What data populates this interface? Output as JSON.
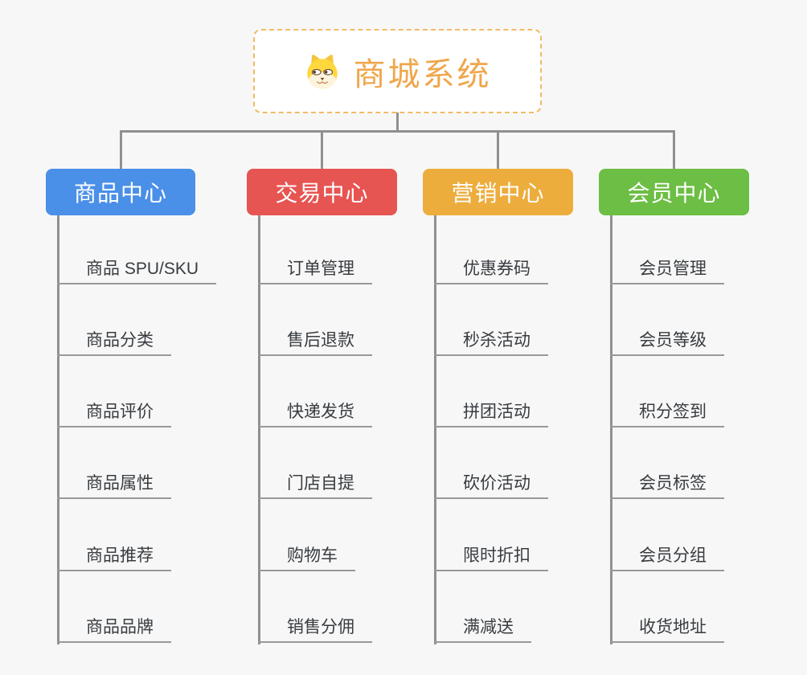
{
  "root": {
    "title": "商城系统",
    "icon": "dog-icon"
  },
  "colors": {
    "background": "#f7f7f7",
    "root_accent": "#efa64b",
    "root_border": "#f3bb64",
    "connector": "#909090",
    "leaf_text": "#383c40",
    "leaf_line": "#999999"
  },
  "branches": [
    {
      "id": "product-center",
      "label": "商品中心",
      "color": "#4a8fe8",
      "items": [
        "商品 SPU/SKU",
        "商品分类",
        "商品评价",
        "商品属性",
        "商品推荐",
        "商品品牌"
      ]
    },
    {
      "id": "trade-center",
      "label": "交易中心",
      "color": "#e65552",
      "items": [
        "订单管理",
        "售后退款",
        "快递发货",
        "门店自提",
        "购物车",
        "销售分佣"
      ]
    },
    {
      "id": "marketing-center",
      "label": "营销中心",
      "color": "#edad3d",
      "items": [
        "优惠券码",
        "秒杀活动",
        "拼团活动",
        "砍价活动",
        "限时折扣",
        "满减送"
      ]
    },
    {
      "id": "member-center",
      "label": "会员中心",
      "color": "#6cbe44",
      "items": [
        "会员管理",
        "会员等级",
        "积分签到",
        "会员标签",
        "会员分组",
        "收货地址"
      ]
    }
  ]
}
